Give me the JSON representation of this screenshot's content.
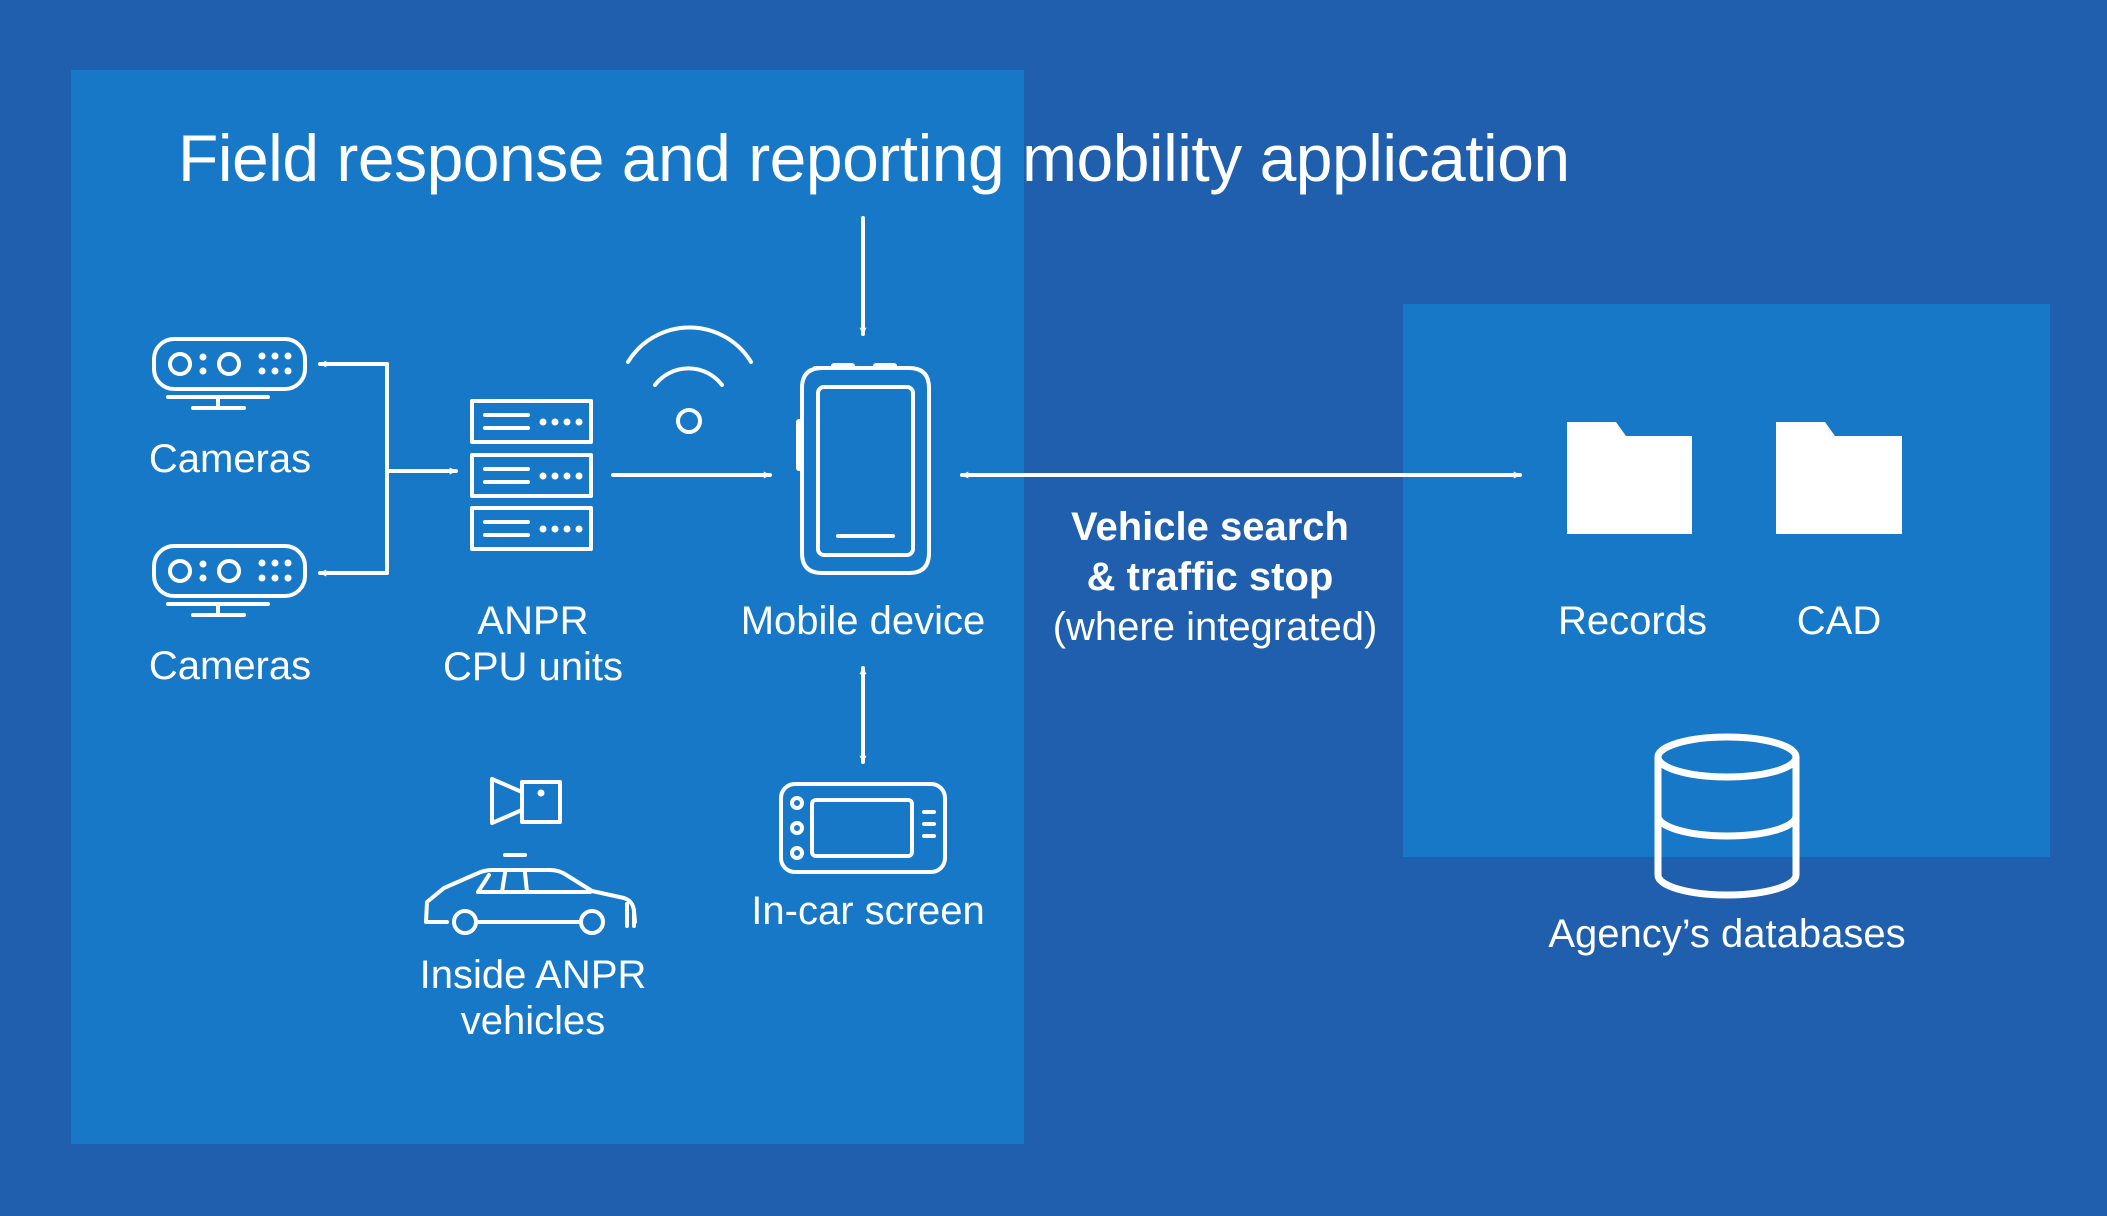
{
  "title": "Field response and reporting mobility application",
  "labels": {
    "cameras_top": "Cameras",
    "cameras_bottom": "Cameras",
    "anpr_cpu_line1": "ANPR",
    "anpr_cpu_line2": "CPU units",
    "mobile_device": "Mobile device",
    "in_car_screen": "In-car screen",
    "inside_anpr_line1": "Inside ANPR",
    "inside_anpr_line2": "vehicles",
    "vehicle_search_line1": "Vehicle search",
    "vehicle_search_line2": "& traffic stop",
    "where_integrated": "(where integrated)",
    "records": "Records",
    "cad": "CAD",
    "agency_databases": "Agency’s databases"
  },
  "icons": {
    "camera": "camera-icon",
    "server": "server-stack-icon",
    "wifi": "wifi-icon",
    "mobile": "mobile-device-icon",
    "in_car": "in-car-screen-icon",
    "vehicle": "anpr-vehicle-icon",
    "video": "video-camera-icon",
    "folder": "folder-icon",
    "database": "database-icon"
  },
  "colors": {
    "background": "#1f5fad",
    "panel": "#1678c6",
    "foreground": "#ffffff"
  }
}
